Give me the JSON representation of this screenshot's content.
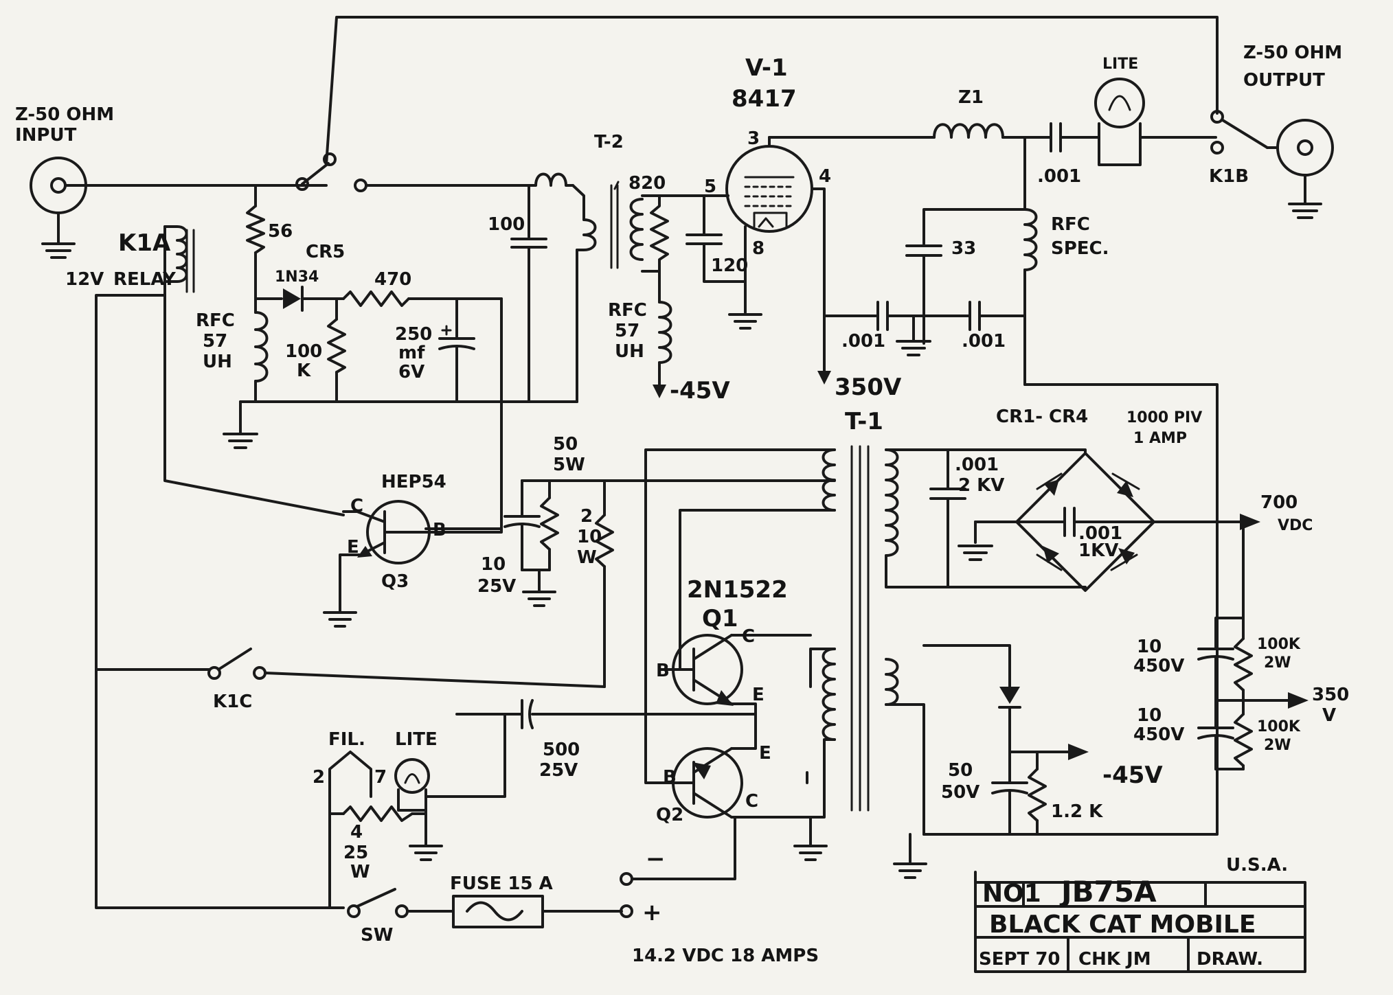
{
  "labels": {
    "input_title": "Z-50 OHM",
    "input_sub": "INPUT",
    "output_title": "Z-50 OHM",
    "output_sub": "OUTPUT",
    "tube_name": "V-1",
    "tube_type": "8417",
    "t2": "T-2",
    "z1": "Z1",
    "lite_top": "LITE",
    "k1b": "K1B",
    "c001_out": ".001",
    "rfc_spec1": "RFC",
    "rfc_spec2": "SPEC.",
    "c33": "33",
    "c001_a": ".001",
    "c001_b": ".001",
    "v350_plate": "350V",
    "k1a": "K1A",
    "relay_12v": "12V",
    "relay": "RELAY",
    "r56": "56",
    "cr5": "CR5",
    "d1n34": "1N34",
    "r470": "470",
    "rfc57a_1": "RFC",
    "rfc57a_2": "57",
    "rfc57a_3": "UH",
    "r100k_1": "100",
    "r100k_2": "K",
    "c250_1": "250",
    "c250_2": "mf",
    "c250_3": "6V",
    "c100": "100",
    "r820": "820",
    "c120": "120",
    "pin3": "3",
    "pin4": "4",
    "pin5": "5",
    "pin8": "8",
    "rfc57b_1": "RFC",
    "rfc57b_2": "57",
    "rfc57b_3": "UH",
    "neg45_tube": "-45V",
    "t1": "T-1",
    "cr1cr4": "CR1- CR4",
    "piv_1": "1000 PIV",
    "piv_2": "1 AMP",
    "c001_2kv_1": ".001",
    "c001_2kv_2": "2 KV",
    "c001_1kv_1": ".001",
    "c001_1kv_2": "1KV",
    "v700_1": "700",
    "v700_2": "VDC",
    "hep54": "HEP54",
    "q3_c": "C",
    "q3_e": "E",
    "q3_b": "B",
    "q3": "Q3",
    "r50_5w_1": "50",
    "r50_5w_2": "5W",
    "r2_10w_1": "2",
    "r2_10w_2": "10",
    "r2_10w_3": "W",
    "c10_25v_1": "10",
    "c10_25v_2": "25V",
    "q1_type": "2N1522",
    "q1": "Q1",
    "q1_b": "B",
    "q1_c": "C",
    "q1_e": "E",
    "q2_e": "E",
    "q2_b": "B",
    "q2_c": "C",
    "q2": "Q2",
    "k1c": "K1C",
    "c500_1": "500",
    "c500_2": "25V",
    "fil": "FIL.",
    "lite_fil": "LITE",
    "pin2": "2",
    "pin7": "7",
    "r4_1": "4",
    "r4_2": "25",
    "r4_3": "W",
    "fuse": "FUSE 15 A",
    "sw": "SW",
    "minus": "−",
    "plus": "+",
    "supply": "14.2 VDC   18 AMPS",
    "c10_450_a1": "10",
    "c10_450_a2": "450V",
    "c10_450_b1": "10",
    "c10_450_b2": "450V",
    "r100k_a1": "100K",
    "r100k_a2": "2W",
    "r100k_b1": "100K",
    "r100k_b2": "2W",
    "v350_1": "350",
    "v350_2": "V",
    "c50_50v_1": "50",
    "c50_50v_2": "50V",
    "r1_2k": "1.2 K",
    "neg45_supply": "-45V",
    "usa": "U.S.A."
  },
  "title_block": {
    "no": "NO1",
    "model": "JB75A",
    "title": "BLACK CAT MOBILE",
    "date": "SEPT 70",
    "checked": "CHK JM",
    "drawn": "DRAW."
  }
}
